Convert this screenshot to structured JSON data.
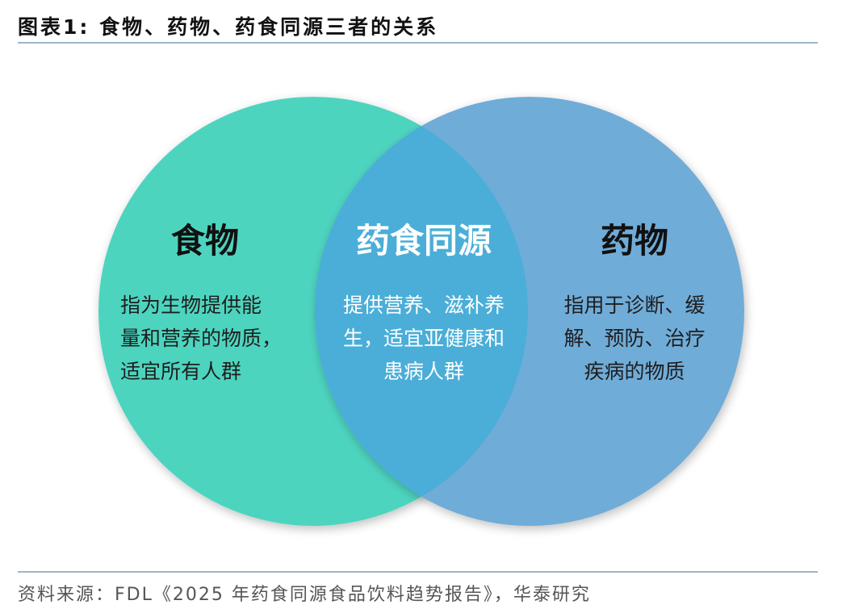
{
  "figure": {
    "title": "图表1:  食物、药物、药食同源三者的关系"
  },
  "venn": {
    "colors": {
      "food": "#4dd4bf",
      "drug": "#6facd8",
      "overlap": "#4aaed8"
    },
    "left": {
      "title": "食物",
      "lines": [
        "指为生物提供能",
        "量和营养的物质，",
        "适宜所有人群"
      ]
    },
    "center": {
      "title": "药食同源",
      "lines": [
        "提供营养、滋补养",
        "生，适宜亚健康和",
        "患病人群"
      ]
    },
    "right": {
      "title": "药物",
      "lines": [
        "指用于诊断、缓",
        "解、预防、治疗",
        "疾病的物质"
      ]
    }
  },
  "source": {
    "text": "资料来源：FDL《2025 年药食同源食品饮料趋势报告》，华泰研究"
  }
}
